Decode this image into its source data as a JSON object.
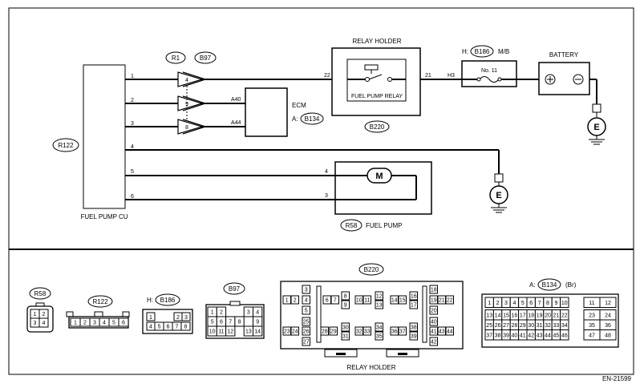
{
  "diagram": {
    "upper": {
      "fuel_pump_cu": {
        "label": "FUEL PUMP CU",
        "tag": "R122",
        "pins": [
          "1",
          "2",
          "3",
          "4",
          "5",
          "6"
        ]
      },
      "connectors": {
        "r1": "R1",
        "b97": "B97",
        "b97_pins": [
          "4",
          "9",
          "8"
        ]
      },
      "ecm": {
        "title": "ECM",
        "tag_prefix": "A:",
        "tag": "B134",
        "pins": [
          "A40",
          "A44"
        ]
      },
      "relay": {
        "holder": "RELAY HOLDER",
        "name": "FUEL PUMP RELAY",
        "tag": "B220",
        "pin_left": "22",
        "pin_right": "21"
      },
      "fuse": {
        "prefix": "H:",
        "tag": "B186",
        "suffix": "M/B",
        "name": "No. 11",
        "pin": "H3"
      },
      "battery": {
        "label": "BATTERY"
      },
      "ground_symbol": "E",
      "motor_symbol": "M",
      "fuel_pump": {
        "tag": "R58",
        "label": "FUEL PUMP",
        "pins": [
          "4",
          "3"
        ]
      }
    },
    "lower": {
      "r58": {
        "tag": "R58",
        "rows": [
          [
            "1",
            "2"
          ],
          [
            "3",
            "4"
          ]
        ]
      },
      "r122": {
        "tag": "R122",
        "cells": [
          "1",
          "2",
          "3",
          "4",
          "5",
          "6"
        ]
      },
      "b186": {
        "prefix": "H:",
        "tag": "B186",
        "top": [
          "1",
          "2",
          "3"
        ],
        "bottom": [
          "4",
          "5",
          "6",
          "7",
          "8"
        ]
      },
      "b97": {
        "tag": "B97",
        "rows": [
          [
            "1",
            "2",
            "",
            "",
            "3",
            "4"
          ],
          [
            "5",
            "6",
            "7",
            "8",
            "",
            "9"
          ],
          [
            "10",
            "11",
            "12",
            "",
            "13",
            "14"
          ]
        ]
      },
      "b220": {
        "tag": "B220",
        "label": "RELAY HOLDER",
        "pins": {
          "a": [
            "3",
            "1",
            "2",
            "4",
            "5",
            "23",
            "24",
            "26",
            "25",
            "27"
          ],
          "b": [
            "6",
            "7",
            "8",
            "9",
            "28",
            "29",
            "30",
            "31"
          ],
          "c": [
            "10",
            "11",
            "12",
            "13",
            "32",
            "33",
            "34",
            "35"
          ],
          "d": [
            "14",
            "15",
            "16",
            "17",
            "36",
            "37",
            "38",
            "39"
          ],
          "e": [
            "18",
            "19",
            "21",
            "22",
            "20",
            "40",
            "41",
            "43",
            "44",
            "42"
          ]
        }
      },
      "b134": {
        "prefix": "A:",
        "tag": "B134",
        "suffix": "(Br)",
        "rows": [
          [
            "1",
            "2",
            "3",
            "4",
            "5",
            "6",
            "7",
            "8",
            "9",
            "10"
          ],
          [
            "13",
            "14",
            "15",
            "16",
            "17",
            "18",
            "19",
            "20",
            "21",
            "22"
          ],
          [
            "25",
            "26",
            "27",
            "28",
            "29",
            "30",
            "31",
            "32",
            "33",
            "34"
          ],
          [
            "37",
            "38",
            "39",
            "40",
            "41",
            "42",
            "43",
            "44",
            "45",
            "46"
          ]
        ],
        "right": [
          [
            "11",
            "12"
          ],
          [
            "23",
            "24"
          ],
          [
            "35",
            "36"
          ],
          [
            "47",
            "48"
          ]
        ]
      }
    },
    "figure_id": "EN-21599"
  }
}
